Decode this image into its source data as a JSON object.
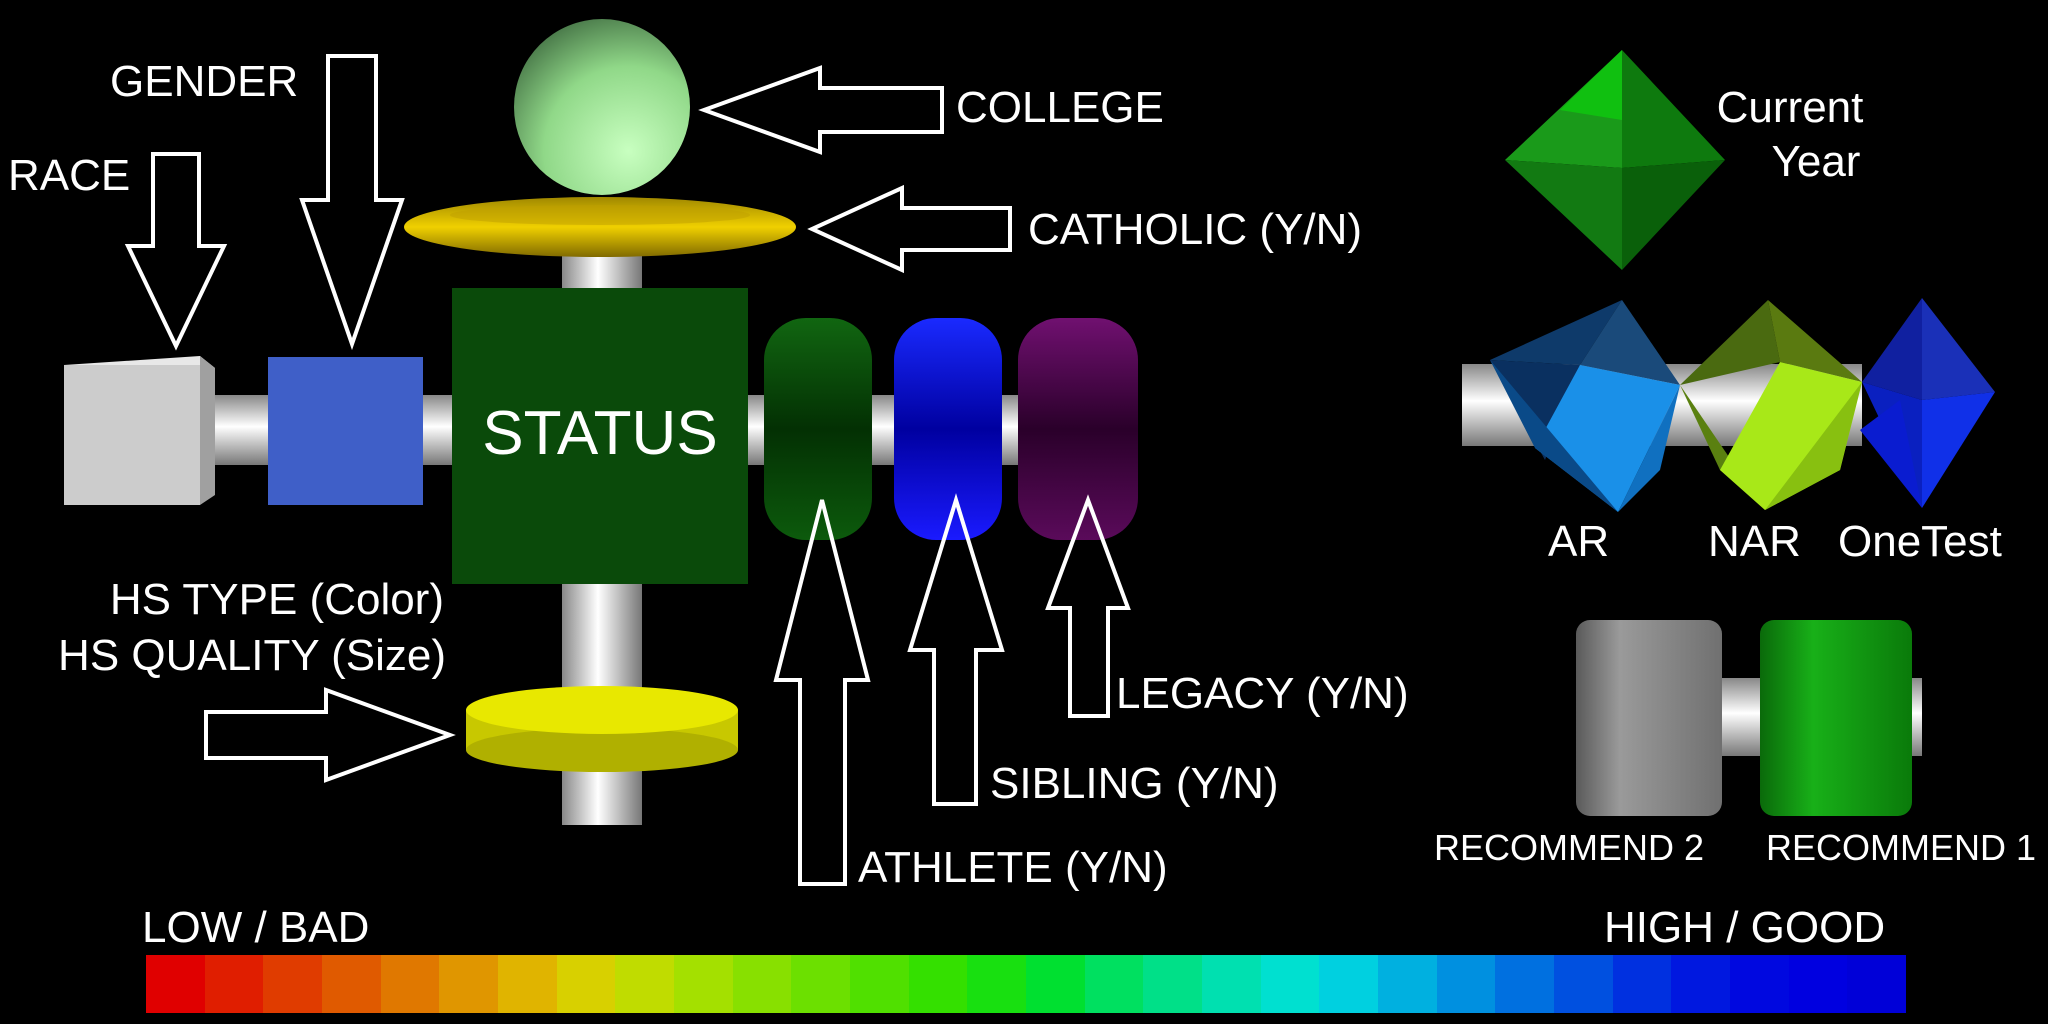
{
  "labels": {
    "race": "RACE",
    "gender": "GENDER",
    "college": "COLLEGE",
    "catholic": "CATHOLIC (Y/N)",
    "status": "STATUS",
    "hs_type": "HS TYPE (Color)",
    "hs_quality": "HS QUALITY (Size)",
    "legacy": "LEGACY (Y/N)",
    "sibling": "SIBLING (Y/N)",
    "athlete": "ATHLETE (Y/N)",
    "current_year_1": "Current",
    "current_year_2": "Year",
    "ar": "AR",
    "nar": "NAR",
    "onetest": "OneTest",
    "recommend2": "RECOMMEND 2",
    "recommend1": "RECOMMEND 1"
  },
  "legend": {
    "low": "LOW / BAD",
    "high": "HIGH / GOOD",
    "colors": [
      "#e00000",
      "#e01e00",
      "#e03c00",
      "#e05a00",
      "#e07800",
      "#e09600",
      "#e0b400",
      "#d8d000",
      "#c0dc00",
      "#a4e000",
      "#88e000",
      "#6ce000",
      "#50e000",
      "#34e000",
      "#18e010",
      "#00e030",
      "#00e060",
      "#00e088",
      "#00e0b0",
      "#00e0d0",
      "#00d0e0",
      "#00b0e0",
      "#0090e0",
      "#0070e0",
      "#0050e0",
      "#0030e0",
      "#0018e0",
      "#0008e0",
      "#0000e0",
      "#0000d8"
    ]
  },
  "colors": {
    "status": "#0a4a0a",
    "race_cube": "#cccccc",
    "gender_cube": "#3f5fc8",
    "athlete": "#0a5a0a",
    "sibling": "#0a0ae0",
    "legacy": "#4a0a4a",
    "catholic": "#e0c000",
    "hs": "#e0e000",
    "college": "#a0f0a0",
    "current_year": "#14c014",
    "ar": "#1a8ae0",
    "nar": "#a8e018",
    "onetest": "#0a2ae0",
    "recommend2": "#8a8a8a",
    "recommend1": "#10a010"
  }
}
